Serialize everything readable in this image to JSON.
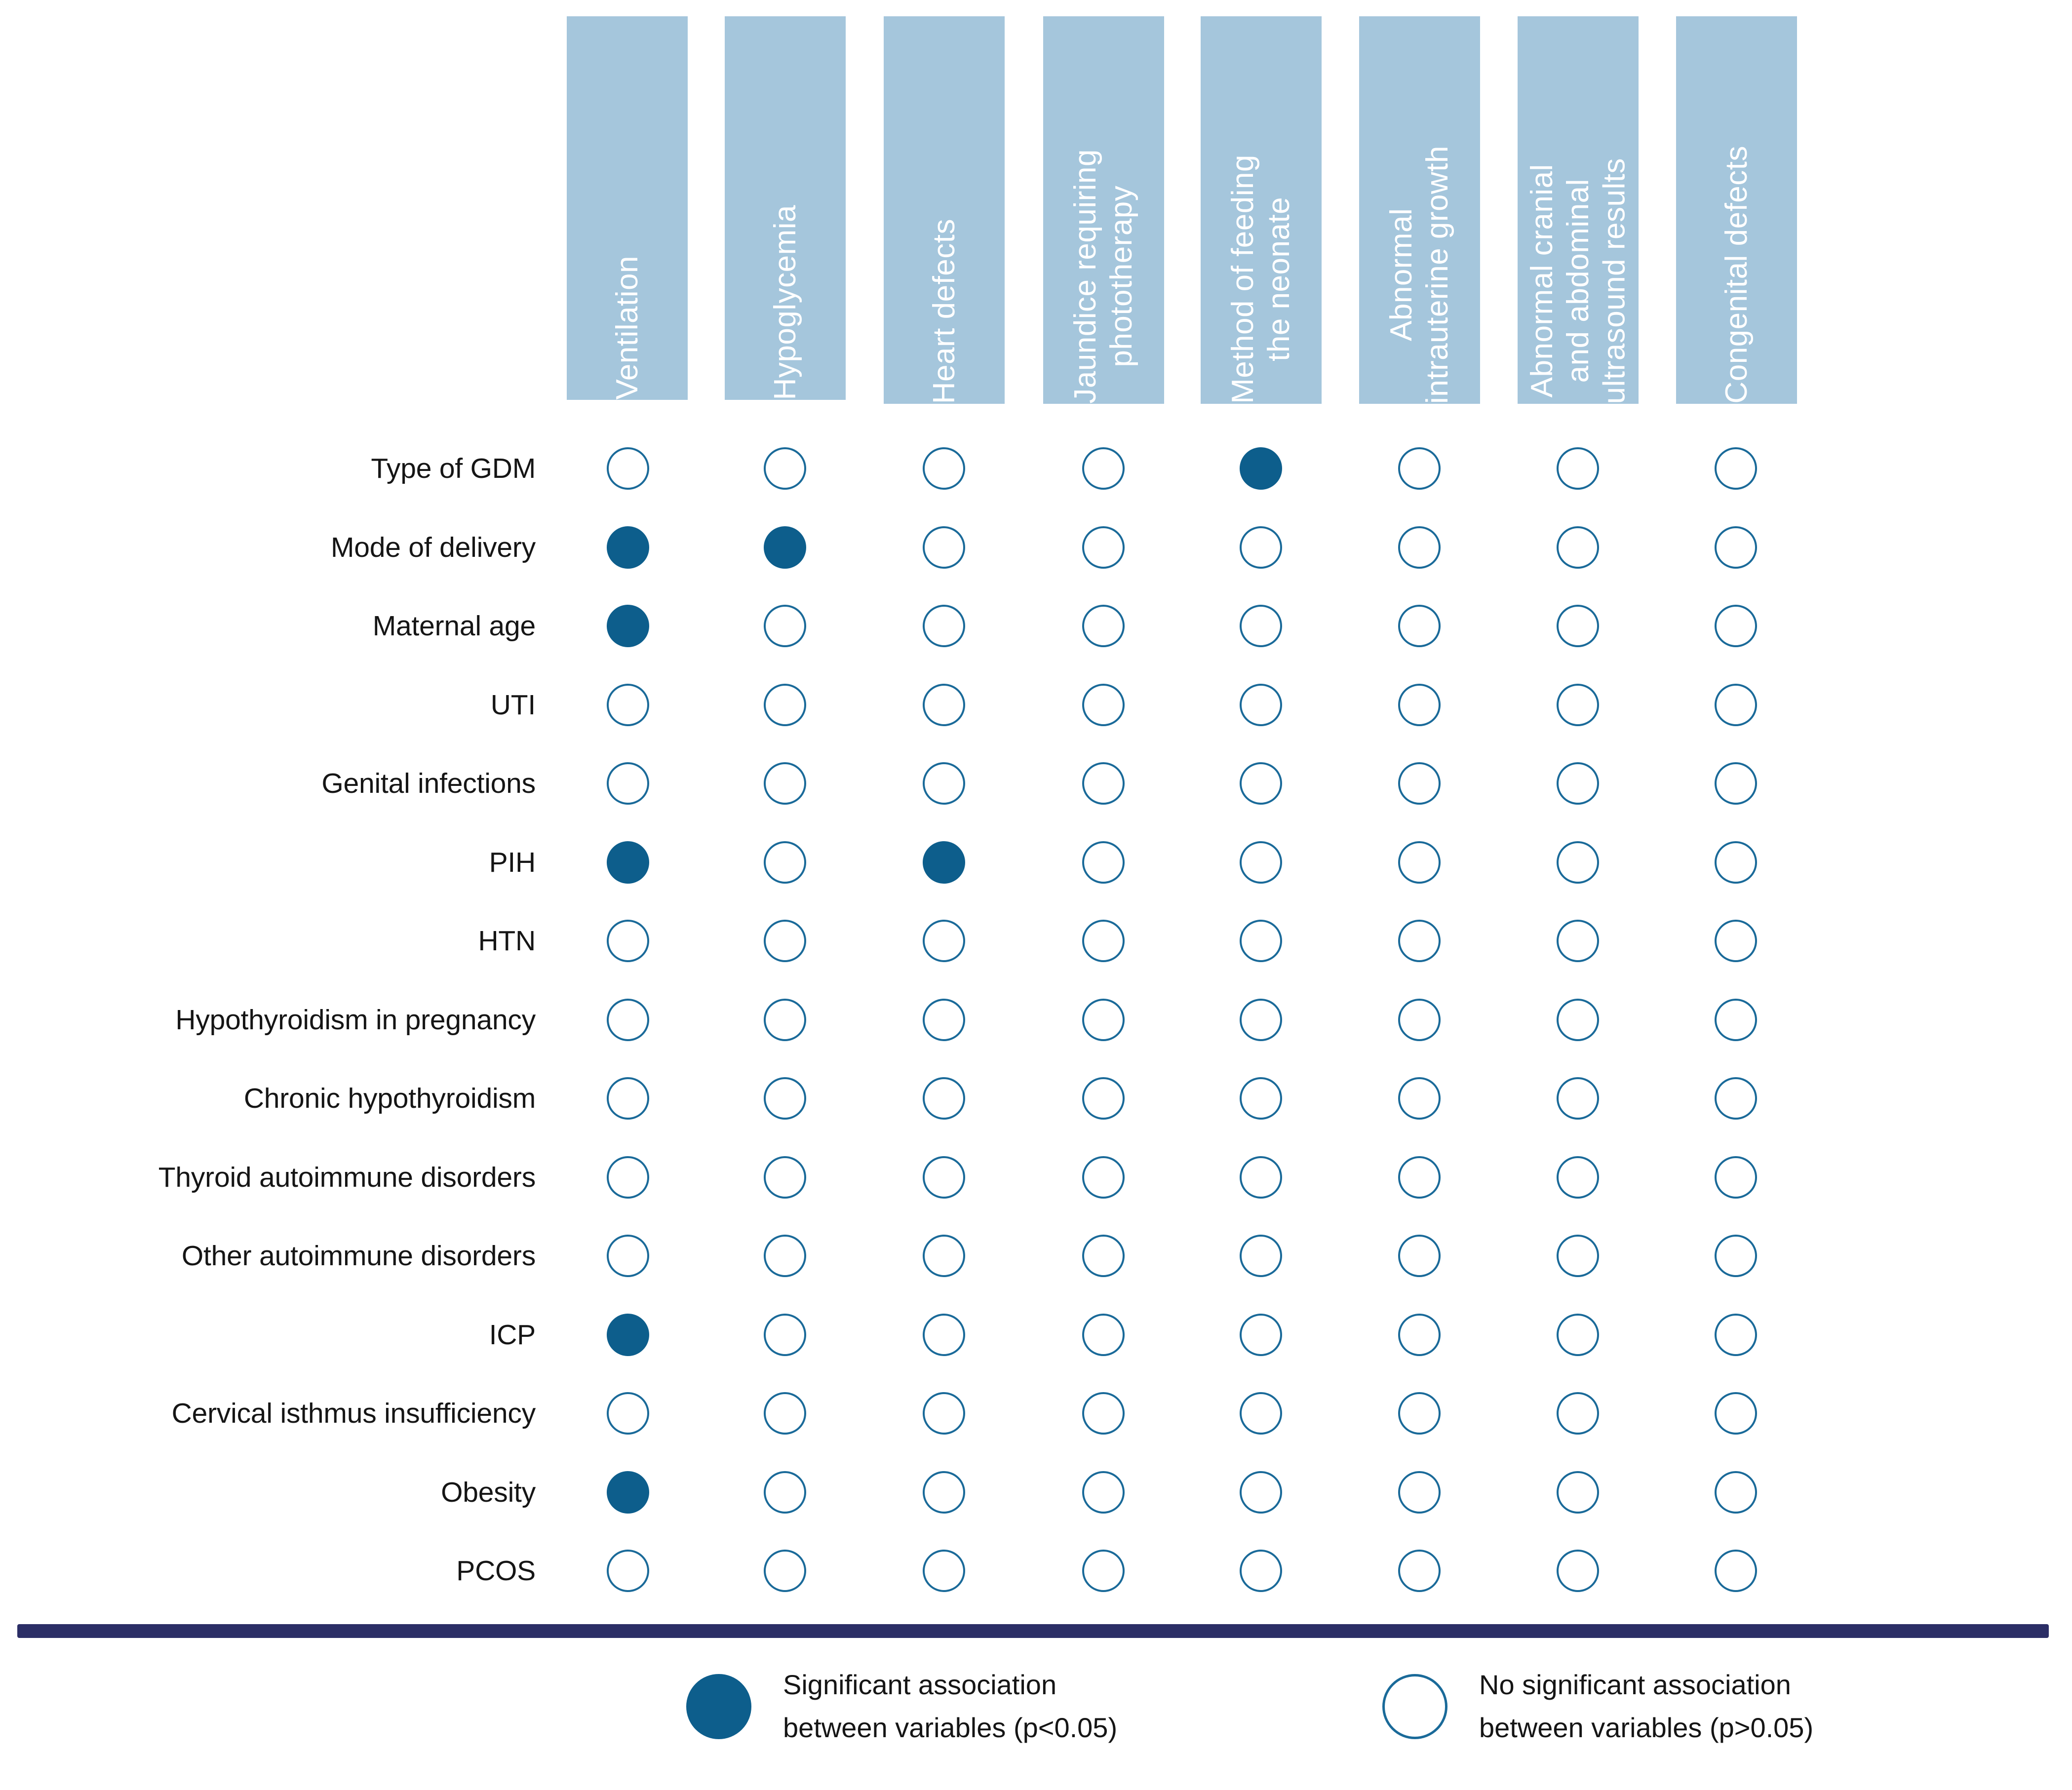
{
  "figure": {
    "type": "association-matrix",
    "colors": {
      "header_bar": "#a5c6dc",
      "header_text": "#ffffff",
      "filled_circle": "#0d5e8c",
      "empty_circle_outline": "#1a6a99",
      "divider": "#2b2e66",
      "label_text": "#151515",
      "background": "#ffffff"
    }
  },
  "columns": [
    {
      "label": "Ventilation"
    },
    {
      "label": "Hypoglycemia"
    },
    {
      "label": "Heart defects"
    },
    {
      "label": "Jaundice requiring\nphototherapy"
    },
    {
      "label": "Method of feeding\nthe neonate"
    },
    {
      "label": "Abnormal\nintrauterine growth"
    },
    {
      "label": "Abnormal cranial\nand abdominal\nultrasound results"
    },
    {
      "label": "Congenital defects"
    }
  ],
  "rows": [
    {
      "label": "Type of GDM",
      "values": [
        0,
        0,
        0,
        0,
        1,
        0,
        0,
        0
      ]
    },
    {
      "label": "Mode of delivery",
      "values": [
        1,
        1,
        0,
        0,
        0,
        0,
        0,
        0
      ]
    },
    {
      "label": "Maternal age",
      "values": [
        1,
        0,
        0,
        0,
        0,
        0,
        0,
        0
      ]
    },
    {
      "label": "UTI",
      "values": [
        0,
        0,
        0,
        0,
        0,
        0,
        0,
        0
      ]
    },
    {
      "label": "Genital infections",
      "values": [
        0,
        0,
        0,
        0,
        0,
        0,
        0,
        0
      ]
    },
    {
      "label": "PIH",
      "values": [
        1,
        0,
        1,
        0,
        0,
        0,
        0,
        0
      ]
    },
    {
      "label": "HTN",
      "values": [
        0,
        0,
        0,
        0,
        0,
        0,
        0,
        0
      ]
    },
    {
      "label": "Hypothyroidism in pregnancy",
      "values": [
        0,
        0,
        0,
        0,
        0,
        0,
        0,
        0
      ]
    },
    {
      "label": "Chronic hypothyroidism",
      "values": [
        0,
        0,
        0,
        0,
        0,
        0,
        0,
        0
      ]
    },
    {
      "label": "Thyroid autoimmune disorders",
      "values": [
        0,
        0,
        0,
        0,
        0,
        0,
        0,
        0
      ]
    },
    {
      "label": "Other autoimmune disorders",
      "values": [
        0,
        0,
        0,
        0,
        0,
        0,
        0,
        0
      ]
    },
    {
      "label": "ICP",
      "values": [
        1,
        0,
        0,
        0,
        0,
        0,
        0,
        0
      ]
    },
    {
      "label": "Cervical isthmus insufficiency",
      "values": [
        0,
        0,
        0,
        0,
        0,
        0,
        0,
        0
      ]
    },
    {
      "label": "Obesity",
      "values": [
        1,
        0,
        0,
        0,
        0,
        0,
        0,
        0
      ]
    },
    {
      "label": "PCOS",
      "values": [
        0,
        0,
        0,
        0,
        0,
        0,
        0,
        0
      ]
    }
  ],
  "legend": [
    {
      "marker": "filled",
      "text": "Significant association\nbetween variables (p<0.05)"
    },
    {
      "marker": "hollow",
      "text": "No significant association\nbetween variables (p>0.05)"
    }
  ],
  "chart_data": {
    "type": "heatmap",
    "title": "",
    "xlabel": "",
    "ylabel": "",
    "legend_position": "bottom",
    "grid": false,
    "encoding": {
      "1": "Significant association between variables (p<0.05)",
      "0": "No significant association between variables (p>0.05)"
    },
    "categories": [
      "Ventilation",
      "Hypoglycemia",
      "Heart defects",
      "Jaundice requiring phototherapy",
      "Method of feeding the neonate",
      "Abnormal intrauterine growth",
      "Abnormal cranial and abdominal ultrasound results",
      "Congenital defects"
    ],
    "y_categories": [
      "Type of GDM",
      "Mode of delivery",
      "Maternal age",
      "UTI",
      "Genital infections",
      "PIH",
      "HTN",
      "Hypothyroidism in pregnancy",
      "Chronic hypothyroidism",
      "Thyroid autoimmune disorders",
      "Other autoimmune disorders",
      "ICP",
      "Cervical isthmus insufficiency",
      "Obesity",
      "PCOS"
    ],
    "values": [
      [
        0,
        0,
        0,
        0,
        1,
        0,
        0,
        0
      ],
      [
        1,
        1,
        0,
        0,
        0,
        0,
        0,
        0
      ],
      [
        1,
        0,
        0,
        0,
        0,
        0,
        0,
        0
      ],
      [
        0,
        0,
        0,
        0,
        0,
        0,
        0,
        0
      ],
      [
        0,
        0,
        0,
        0,
        0,
        0,
        0,
        0
      ],
      [
        1,
        0,
        1,
        0,
        0,
        0,
        0,
        0
      ],
      [
        0,
        0,
        0,
        0,
        0,
        0,
        0,
        0
      ],
      [
        0,
        0,
        0,
        0,
        0,
        0,
        0,
        0
      ],
      [
        0,
        0,
        0,
        0,
        0,
        0,
        0,
        0
      ],
      [
        0,
        0,
        0,
        0,
        0,
        0,
        0,
        0
      ],
      [
        0,
        0,
        0,
        0,
        0,
        0,
        0,
        0
      ],
      [
        1,
        0,
        0,
        0,
        0,
        0,
        0,
        0
      ],
      [
        0,
        0,
        0,
        0,
        0,
        0,
        0,
        0
      ],
      [
        1,
        0,
        0,
        0,
        0,
        0,
        0,
        0
      ],
      [
        0,
        0,
        0,
        0,
        0,
        0,
        0,
        0
      ]
    ],
    "significant_pairs": [
      [
        "Type of GDM",
        "Method of feeding the neonate"
      ],
      [
        "Mode of delivery",
        "Ventilation"
      ],
      [
        "Mode of delivery",
        "Hypoglycemia"
      ],
      [
        "Maternal age",
        "Ventilation"
      ],
      [
        "PIH",
        "Ventilation"
      ],
      [
        "PIH",
        "Heart defects"
      ],
      [
        "ICP",
        "Ventilation"
      ],
      [
        "Obesity",
        "Ventilation"
      ]
    ]
  }
}
